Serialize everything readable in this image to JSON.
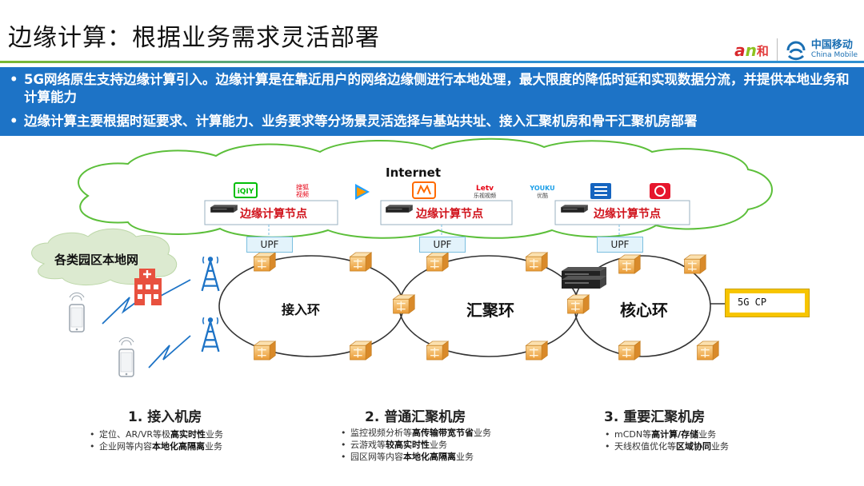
{
  "header": {
    "title": "边缘计算：根据业务需求灵活部署",
    "logo_he": "和",
    "logo_cm_cn": "中国移动",
    "logo_cm_en": "China Mobile"
  },
  "banner": {
    "bullets": [
      "5G网络原生支持边缘计算引入。边缘计算是在靠近用户的网络边缘侧进行本地处理，最大限度的降低时延和实现数据分流，并提供本地业务和计算能力",
      "边缘计算主要根据时延要求、计算能力、业务要求等分场景灵活选择与基站共址、接入汇聚机房和骨干汇聚机房部署"
    ]
  },
  "diagram": {
    "internet_label": "Internet",
    "edge_node_label": "边缘计算节点",
    "upf_label": "UPF",
    "campus_label": "各类园区本地网",
    "rings": [
      "接入环",
      "汇聚环",
      "核心环"
    ],
    "cp_label": "5G CP",
    "app_icons": [
      "iqiyi-icon",
      "sohu-video-icon",
      "tencent-video-icon",
      "mango-tv-icon",
      "letv-icon",
      "youku-icon",
      "list-app-icon",
      "weibo-icon"
    ],
    "app_texts": {
      "iqiyi": "iQIY",
      "sohu_top": "搜狐",
      "sohu_bottom": "视频",
      "letv": "Letv",
      "letv_sub": "乐视视频",
      "youku": "YOUKU",
      "youku_sub": "优酷"
    }
  },
  "rooms": [
    {
      "title": "1. 接入机房",
      "items": [
        {
          "pre": "定位、AR/VR等极",
          "bold": "高实时性",
          "post": "业务"
        },
        {
          "pre": "企业网等内容",
          "bold": "本地化高隔离",
          "post": "业务"
        }
      ]
    },
    {
      "title": "2. 普通汇聚机房",
      "items": [
        {
          "pre": "监控视频分析等",
          "bold": "高传输带宽节省",
          "post": "业务"
        },
        {
          "pre": "云游戏等",
          "bold": "较高实时性",
          "post": "业务"
        },
        {
          "pre": "园区网等内容",
          "bold": "本地化高隔离",
          "post": "业务"
        }
      ]
    },
    {
      "title": "3. 重要汇聚机房",
      "items": [
        {
          "pre": "mCDN等",
          "bold": "高计算/存储",
          "post": "业务"
        },
        {
          "pre": "天线权值优化等",
          "bold": "区域协同",
          "post": "业务"
        }
      ]
    }
  ],
  "colors": {
    "banner_bg": "#1d73c6",
    "cloud_fill": "#ffffff",
    "cloud_stroke": "#5cbf3a",
    "campus_cloud": "#dcead0",
    "edge_label": "#d0121b",
    "router": "#f3b760",
    "cp_border": "#f7c500"
  }
}
